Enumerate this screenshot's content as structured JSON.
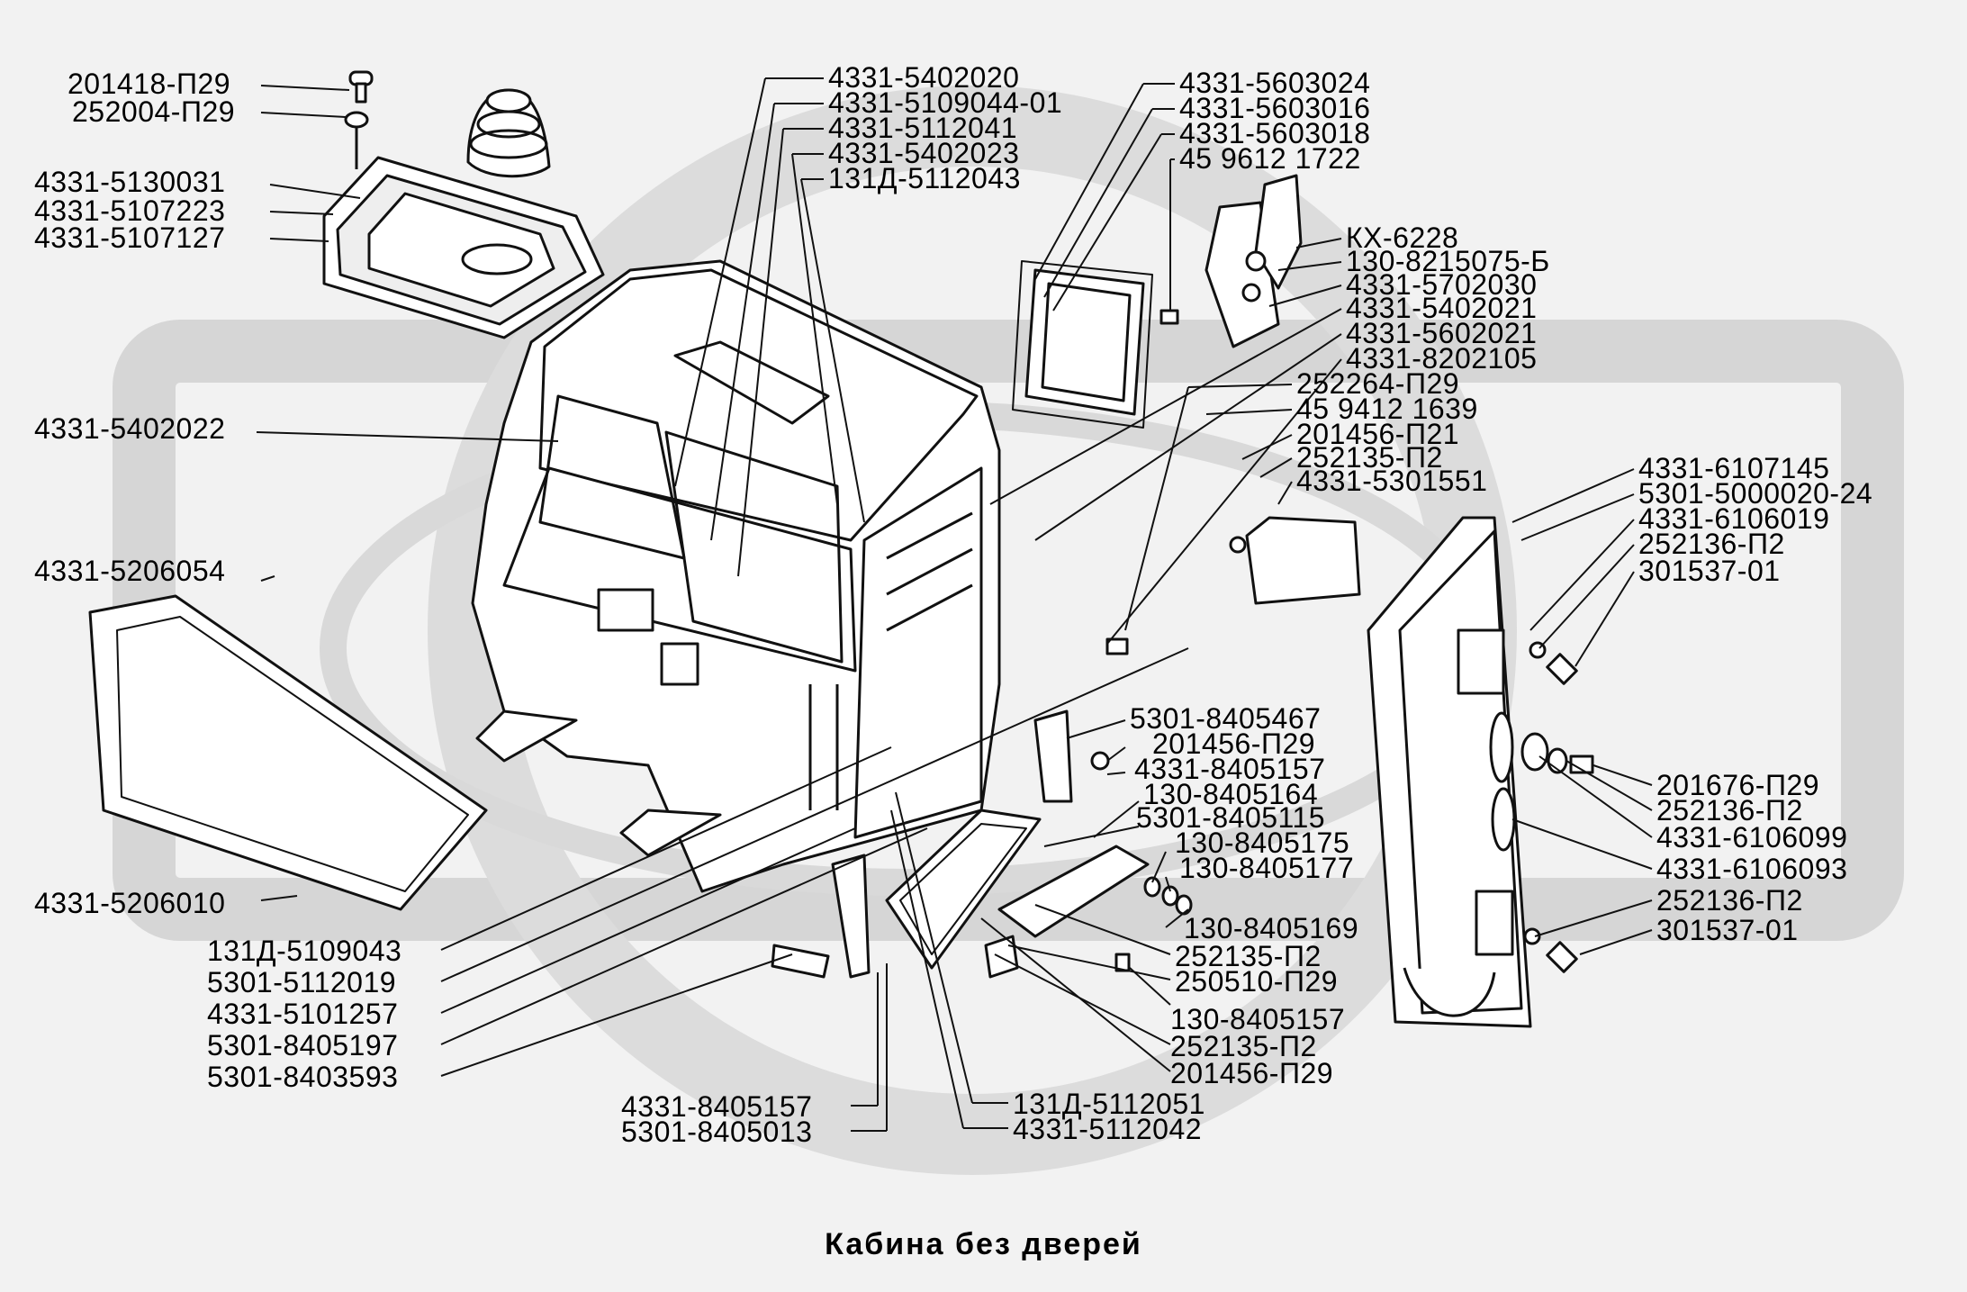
{
  "caption": "Кабина без дверей",
  "labels": {
    "l01": "201418-П29",
    "l02": "252004-П29",
    "l03": "4331-5130031",
    "l04": "4331-5107223",
    "l05": "4331-5107127",
    "l06": "4331-5402022",
    "l07": "4331-5206054",
    "l08": "4331-5206010",
    "l09": "4331-5402020",
    "l10": "4331-5109044-01",
    "l11": "4331-5112041",
    "l12": "4331-5402023",
    "l13": "131Д-5112043",
    "l14": "4331-5603024",
    "l15": "4331-5603016",
    "l16": "4331-5603018",
    "l17": "45 9612 1722",
    "l18": "КХ-6228",
    "l19": "130-8215075-Б",
    "l20": "4331-5702030",
    "l21": "4331-5402021",
    "l22": "4331-5602021",
    "l23": "4331-8202105",
    "l24": "252264-П29",
    "l25": "45 9412 1639",
    "l26": "201456-П21",
    "l27": "252135-П2",
    "l28": "4331-5301551",
    "l29": "4331-6107145",
    "l30": "5301-5000020-24",
    "l31": "4331-6106019",
    "l32": "252136-П2",
    "l33": "301537-01",
    "l34": "5301-8405467",
    "l35": "201456-П29",
    "l36": "4331-8405157",
    "l37": "130-8405164",
    "l38": "5301-8405115",
    "l39": "130-8405175",
    "l40": "130-8405177",
    "l41": "130-8405169",
    "l42": "252135-П2",
    "l43": "250510-П29",
    "l44": "130-8405157",
    "l45": "252135-П2",
    "l46": "201456-П29",
    "l47": "131Д-5112051",
    "l48": "4331-5112042",
    "l49": "4331-8405157",
    "l50": "5301-8405013",
    "l51": "131Д-5109043",
    "l52": "5301-5112019",
    "l53": "4331-5101257",
    "l54": "5301-8405197",
    "l55": "5301-8403593",
    "l56": "201676-П29",
    "l57": "252136-П2",
    "l58": "4331-6106099",
    "l59": "4331-6106093",
    "l60": "252136-П2",
    "l61": "301537-01"
  }
}
